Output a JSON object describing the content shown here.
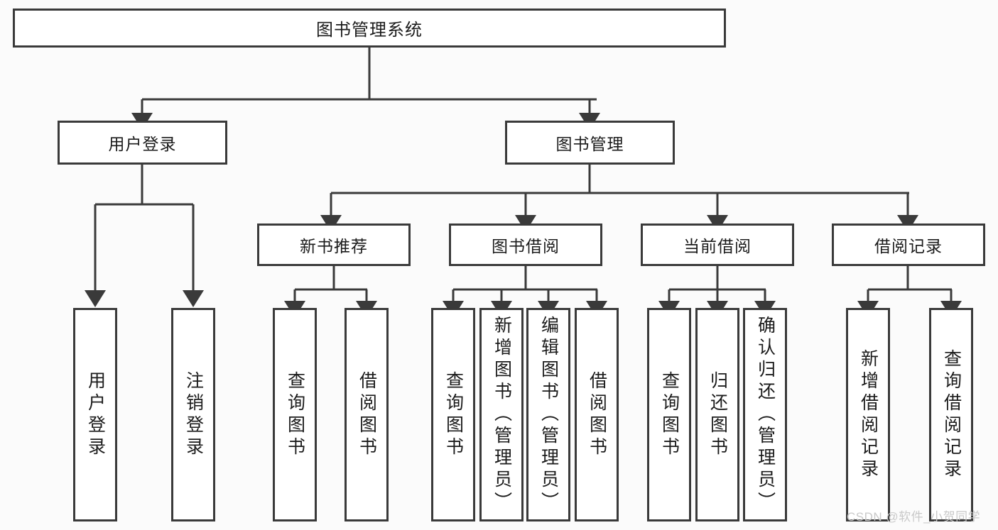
{
  "diagram": {
    "type": "tree",
    "title": "图书管理系统",
    "watermark": "CSDN @软件_小贺同学",
    "colors": {
      "background": "#fbfbfb",
      "node_fill": "#ffffff",
      "node_stroke": "#3a3a3a",
      "text": "#1b1b1b",
      "watermark": "#c9c9c9"
    },
    "levels": {
      "root": "图书管理系统",
      "level2": [
        "用户登录",
        "图书管理"
      ],
      "level3": [
        "新书推荐",
        "图书借阅",
        "当前借阅",
        "借阅记录"
      ]
    },
    "nodes": {
      "root": {
        "label": "图书管理系统"
      },
      "user_login": {
        "label": "用户登录"
      },
      "book_manage": {
        "label": "图书管理"
      },
      "new_book_rec": {
        "label": "新书推荐"
      },
      "book_borrow": {
        "label": "图书借阅"
      },
      "current_borrow": {
        "label": "当前借阅"
      },
      "borrow_record": {
        "label": "借阅记录"
      },
      "leaf_user_login": {
        "label": "用户登录"
      },
      "leaf_logout": {
        "label": "注销登录"
      },
      "leaf_query_book_a": {
        "label": "查询图书"
      },
      "leaf_borrow_book_a": {
        "label": "借阅图书"
      },
      "leaf_query_book_b": {
        "label": "查询图书"
      },
      "leaf_add_book": {
        "label": "新增图书（管理员）"
      },
      "leaf_edit_book": {
        "label": "编辑图书（管理员）"
      },
      "leaf_borrow_book_b": {
        "label": "借阅图书"
      },
      "leaf_query_book_c": {
        "label": "查询图书"
      },
      "leaf_return_book": {
        "label": "归还图书"
      },
      "leaf_confirm_return": {
        "label": "确认归还（管理员）"
      },
      "leaf_add_record": {
        "label": "新增借阅记录"
      },
      "leaf_query_record": {
        "label": "查询借阅记录"
      }
    },
    "edges": [
      {
        "from": "root",
        "to": "user_login"
      },
      {
        "from": "root",
        "to": "book_manage"
      },
      {
        "from": "user_login",
        "to": "leaf_user_login"
      },
      {
        "from": "user_login",
        "to": "leaf_logout"
      },
      {
        "from": "book_manage",
        "to": "new_book_rec"
      },
      {
        "from": "book_manage",
        "to": "book_borrow"
      },
      {
        "from": "book_manage",
        "to": "current_borrow"
      },
      {
        "from": "book_manage",
        "to": "borrow_record"
      },
      {
        "from": "new_book_rec",
        "to": "leaf_query_book_a"
      },
      {
        "from": "new_book_rec",
        "to": "leaf_borrow_book_a"
      },
      {
        "from": "book_borrow",
        "to": "leaf_query_book_b"
      },
      {
        "from": "book_borrow",
        "to": "leaf_add_book"
      },
      {
        "from": "book_borrow",
        "to": "leaf_edit_book"
      },
      {
        "from": "book_borrow",
        "to": "leaf_borrow_book_b"
      },
      {
        "from": "current_borrow",
        "to": "leaf_query_book_c"
      },
      {
        "from": "current_borrow",
        "to": "leaf_return_book"
      },
      {
        "from": "current_borrow",
        "to": "leaf_confirm_return"
      },
      {
        "from": "borrow_record",
        "to": "leaf_add_record"
      },
      {
        "from": "borrow_record",
        "to": "leaf_query_record"
      }
    ]
  }
}
